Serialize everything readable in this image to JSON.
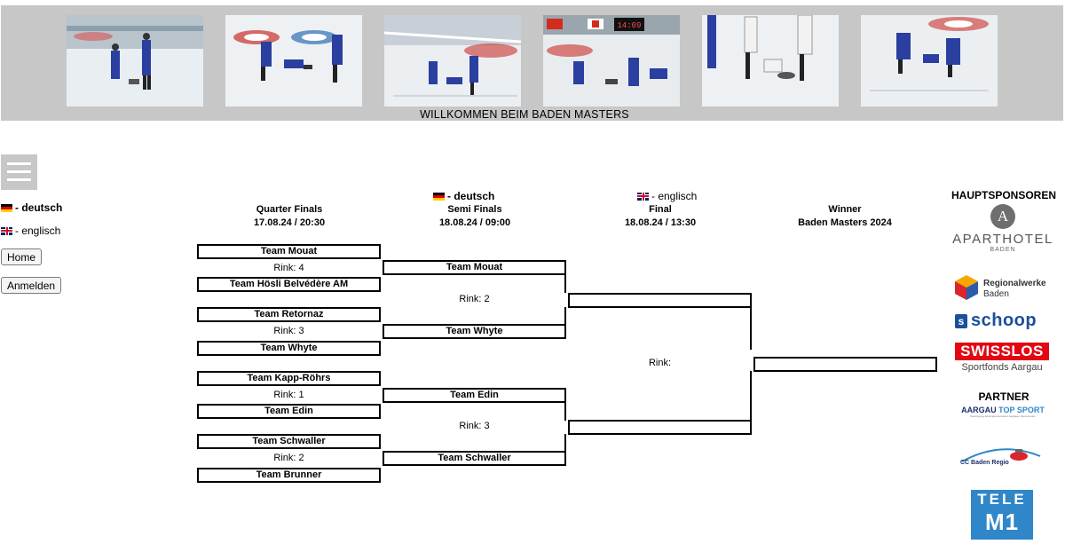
{
  "header": {
    "title": "WILLKOMMEN BEIM BADEN MASTERS",
    "photos": [
      {
        "name": "curling-photo-1"
      },
      {
        "name": "curling-photo-2"
      },
      {
        "name": "curling-photo-3"
      },
      {
        "name": "curling-photo-4",
        "scoreboard": "14:09"
      },
      {
        "name": "curling-photo-5"
      },
      {
        "name": "curling-photo-6"
      }
    ]
  },
  "sidebar": {
    "menu_icon": "hamburger-menu-icon",
    "lang_de": "- deutsch",
    "lang_en": "- englisch",
    "home_label": "Home",
    "login_label": "Anmelden"
  },
  "bracket": {
    "lang_de": "- deutsch",
    "lang_en": "- englisch",
    "columns": [
      {
        "title": "Quarter Finals",
        "date": "17.08.24 / 20:30"
      },
      {
        "title": "Semi Finals",
        "date": "18.08.24 / 09:00"
      },
      {
        "title": "Final",
        "date": "18.08.24 / 13:30"
      },
      {
        "title": "Winner",
        "date": "Baden Masters 2024"
      }
    ],
    "quarter_finals": [
      {
        "team_a": "Team Mouat",
        "rink": "Rink: 4",
        "team_b": "Team Hösli Belvédère AM"
      },
      {
        "team_a": "Team Retornaz",
        "rink": "Rink: 3",
        "team_b": "Team Whyte"
      },
      {
        "team_a": "Team Kapp-Röhrs",
        "rink": "Rink: 1",
        "team_b": "Team Edin"
      },
      {
        "team_a": "Team Schwaller",
        "rink": "Rink: 2",
        "team_b": "Team Brunner"
      }
    ],
    "semi_finals": [
      {
        "team_a": "Team Mouat",
        "rink": "Rink: 2",
        "team_b": "Team Whyte"
      },
      {
        "team_a": "Team Edin",
        "rink": "Rink: 3",
        "team_b": "Team Schwaller"
      }
    ],
    "final": {
      "team_a": "",
      "rink": "Rink:",
      "team_b": ""
    },
    "winner": ""
  },
  "sponsors": {
    "main_heading": "HAUPTSPONSOREN",
    "partner_heading": "PARTNER",
    "aparthotel": {
      "name": "APARTHOTEL",
      "sub": "BADEN",
      "mark": "A"
    },
    "regionalwerke": {
      "name": "Regionalwerke",
      "sub": "Baden"
    },
    "schoop": {
      "name": "schoop"
    },
    "swisslos": {
      "name": "SWISSLOS",
      "sub": "Sportfonds Aargau"
    },
    "aargau_top_sport": {
      "name_a": "AARGAU",
      "name_b": "TOP SPORT",
      "sub": "Vereinigung leistungsorientierter Aargauer Sportvereine"
    },
    "cc_baden_regio": {
      "name": "CC Baden Regio"
    },
    "tele_m1": {
      "line1": "TELE",
      "line2": "M1"
    }
  },
  "colors": {
    "banner": "#c7c7c7",
    "swisslos_red": "#e30613",
    "schoop_blue": "#1c4f9c",
    "tele_m1_blue": "#2f86c8"
  }
}
